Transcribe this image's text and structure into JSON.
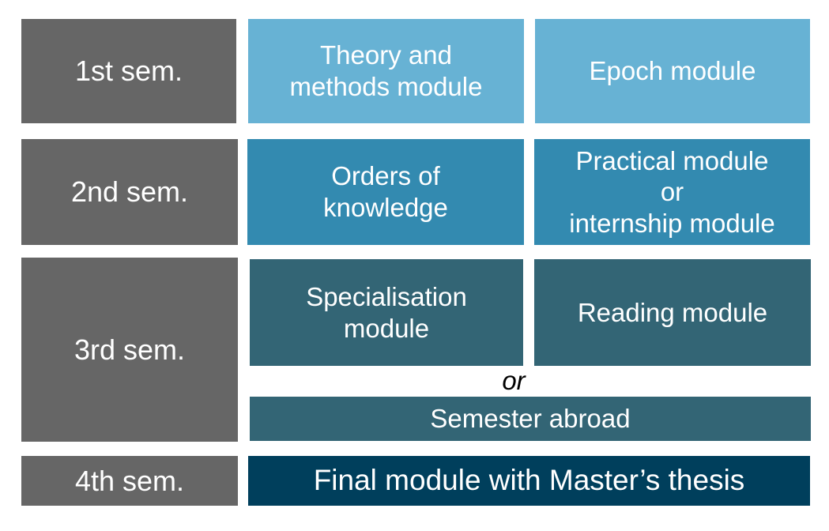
{
  "colors": {
    "semester_bg": "#666666",
    "row1_bg": "#67b2d4",
    "row2_bg": "#338ab0",
    "row3_bg": "#336575",
    "row4_bg": "#003f5c",
    "text": "#ffffff"
  },
  "semesters": {
    "s1": "1st sem.",
    "s2": "2nd sem.",
    "s3": "3rd sem.",
    "s4": "4th sem."
  },
  "modules": {
    "theory_methods": "Theory and\nmethods module",
    "epoch": "Epoch module",
    "orders_knowledge": "Orders of\nknowledge",
    "practical_internship": "Practical module\nor\ninternship module",
    "specialisation": "Specialisation\nmodule",
    "reading": "Reading module",
    "or_connector": "or",
    "semester_abroad": "Semester abroad",
    "final": "Final module with Master’s thesis"
  }
}
